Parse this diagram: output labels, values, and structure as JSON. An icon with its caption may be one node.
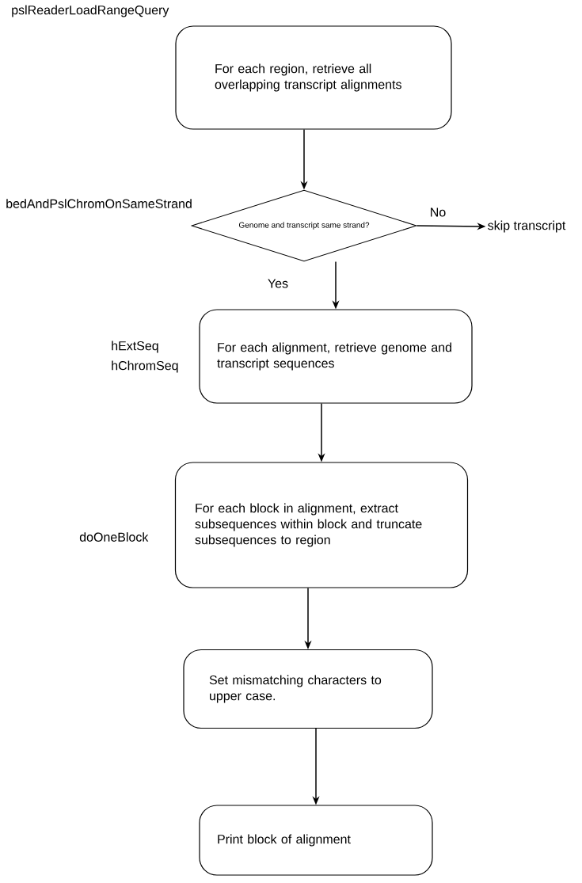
{
  "diagram": {
    "nodes": [
      {
        "text": [
          "For each region, retrieve all overlapping transcript alignments"
        ],
        "beside": [
          "pslReaderLoadRangeQuery"
        ]
      },
      {
        "text": [
          "Genome and transcript same strand?"
        ],
        "beside": [
          "bedAndPslChromOnSameStrand"
        ]
      },
      {
        "text": [
          "skip transcript"
        ]
      },
      {
        "text": [
          "For each alignment, retrieve genome and transcript sequences"
        ],
        "beside": [
          "hExtSeq",
          "hChromSeq"
        ]
      },
      {
        "text": [
          "For each block in alignment, extract subsequences within block and truncate subsequences to region"
        ],
        "beside": [
          "doOneBlock"
        ]
      },
      {
        "text": [
          "Set mismatching characters to upper case."
        ]
      },
      {
        "text": [
          "Print block of alignment"
        ]
      }
    ],
    "edges": [
      {
        "from": 0,
        "to": 1,
        "arrow": "to"
      },
      {
        "from": 1,
        "to": 2,
        "arrow": "to",
        "label": "No"
      },
      {
        "from": 1,
        "to": 3,
        "arrow": "to",
        "label": "Yes"
      },
      {
        "from": 3,
        "to": 4,
        "arrow": "to"
      },
      {
        "from": 4,
        "to": 5,
        "arrow": "to"
      },
      {
        "from": 5,
        "to": 6,
        "arrow": "to"
      }
    ]
  }
}
